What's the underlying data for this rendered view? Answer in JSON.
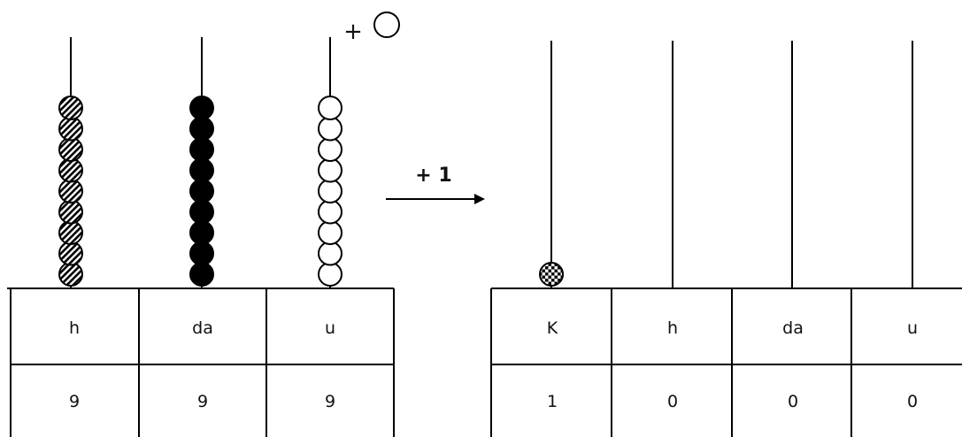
{
  "added_bead_symbol": "+",
  "operation_label": "+ 1",
  "left_abacus": {
    "columns": [
      {
        "header": "h",
        "value": "9",
        "beads": 9,
        "bead_style": "striped"
      },
      {
        "header": "da",
        "value": "9",
        "beads": 9,
        "bead_style": "black"
      },
      {
        "header": "u",
        "value": "9",
        "beads": 9,
        "bead_style": "white"
      }
    ]
  },
  "right_abacus": {
    "columns": [
      {
        "header": "K",
        "value": "1",
        "beads": 1,
        "bead_style": "checkered"
      },
      {
        "header": "h",
        "value": "0",
        "beads": 0,
        "bead_style": "striped"
      },
      {
        "header": "da",
        "value": "0",
        "beads": 0,
        "bead_style": "black"
      },
      {
        "header": "u",
        "value": "0",
        "beads": 0,
        "bead_style": "white"
      }
    ]
  }
}
